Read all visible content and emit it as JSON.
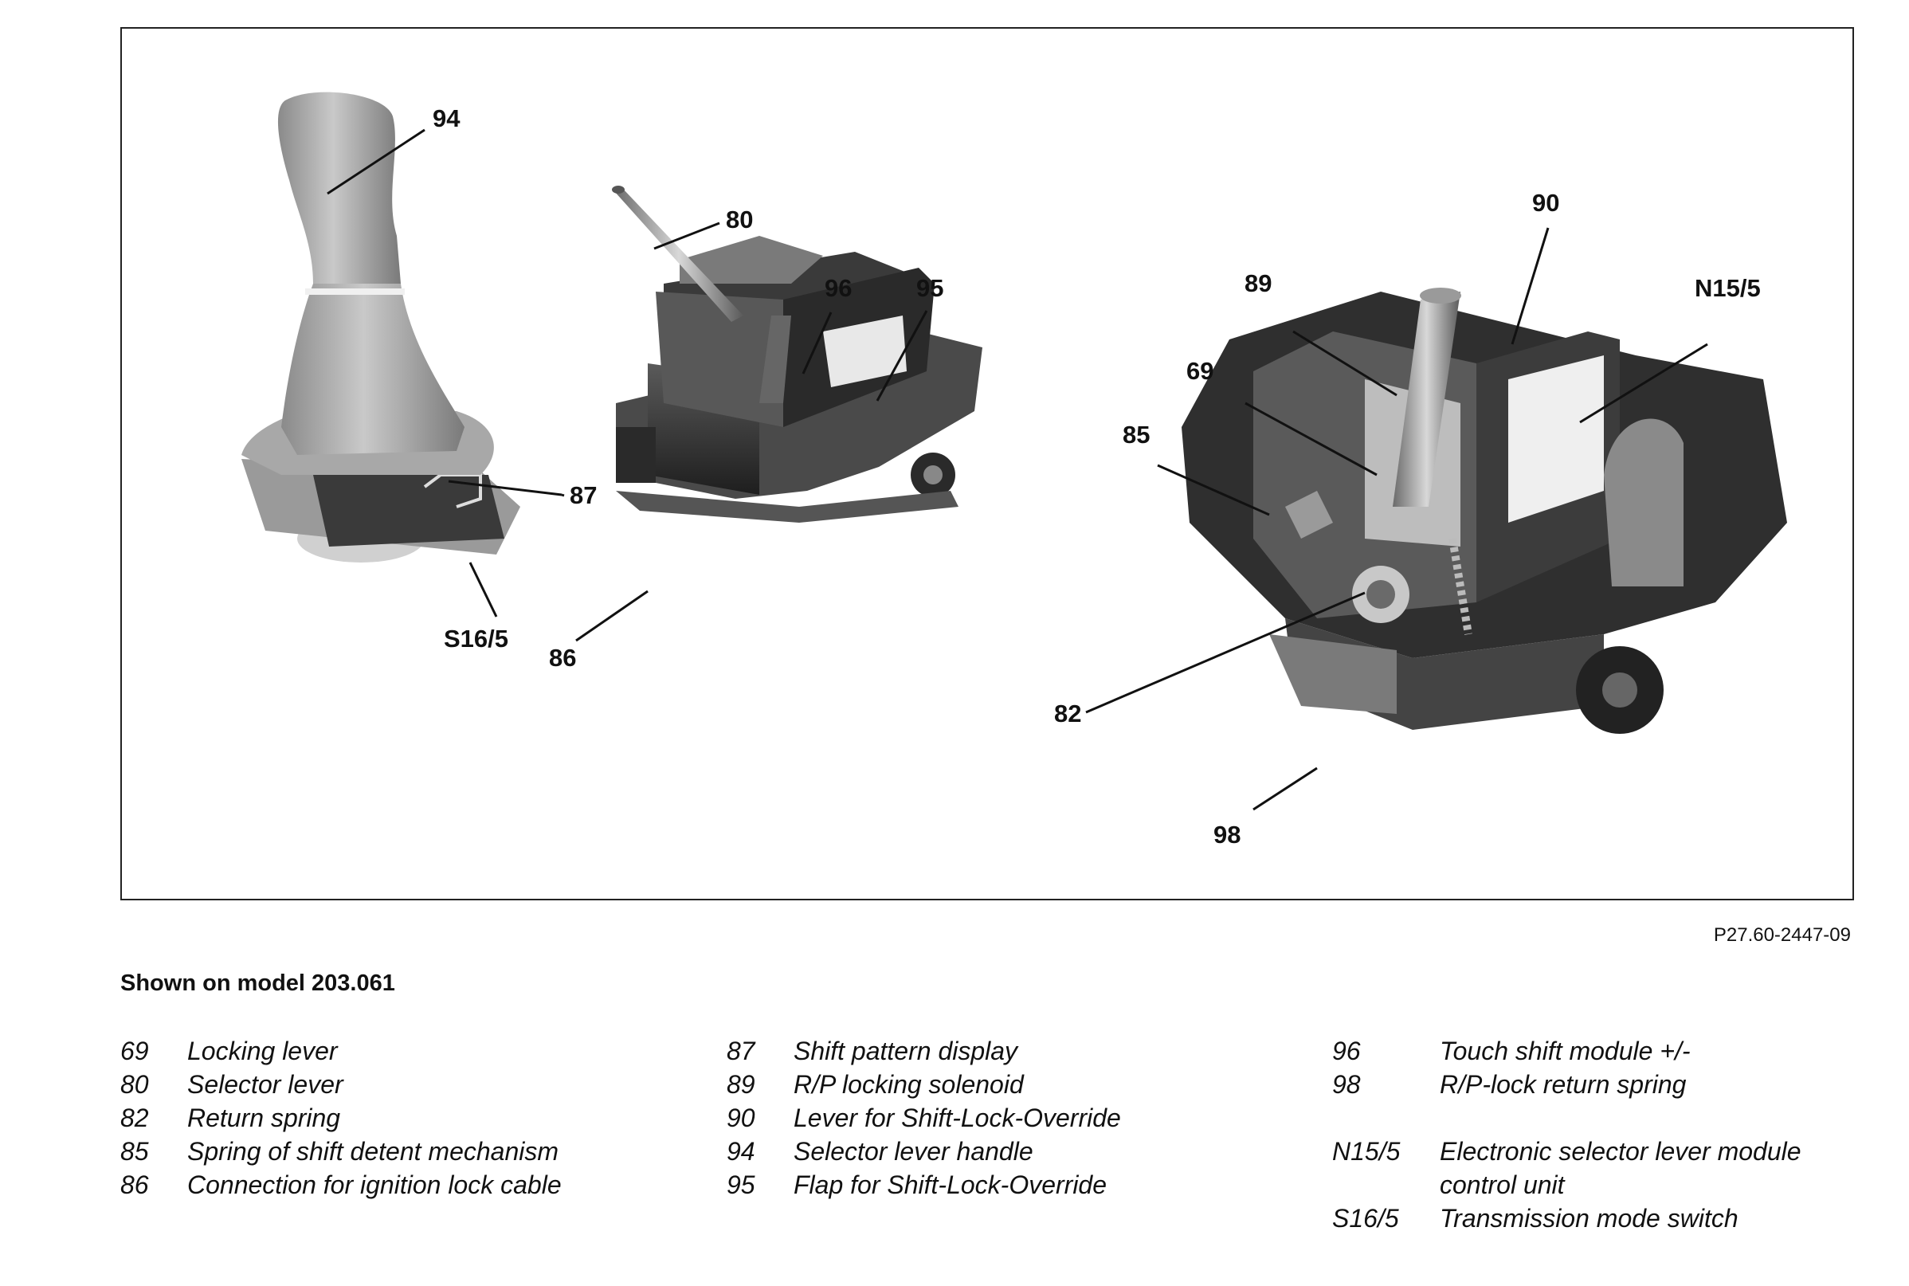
{
  "figure": {
    "callouts": {
      "c94": "94",
      "c80": "80",
      "c96": "96",
      "c95": "95",
      "c87": "87",
      "cS165": "S16/5",
      "c86": "86",
      "c90": "90",
      "c89": "89",
      "cN155": "N15/5",
      "c69": "69",
      "c85": "85",
      "c82": "82",
      "c98": "98"
    },
    "reference": "P27.60-2447-09"
  },
  "heading": "Shown on model 203.061",
  "legend": {
    "col1": [
      {
        "num": "69",
        "text": "Locking lever"
      },
      {
        "num": "80",
        "text": "Selector lever"
      },
      {
        "num": "82",
        "text": "Return spring"
      },
      {
        "num": "85",
        "text": "Spring of shift detent mechanism"
      },
      {
        "num": "86",
        "text": "Connection for ignition lock cable"
      }
    ],
    "col2": [
      {
        "num": "87",
        "text": "Shift pattern display"
      },
      {
        "num": "89",
        "text": "R/P locking solenoid"
      },
      {
        "num": "90",
        "text": "Lever for Shift-Lock-Override"
      },
      {
        "num": "94",
        "text": "Selector lever handle"
      },
      {
        "num": "95",
        "text": "Flap for Shift-Lock-Override"
      }
    ],
    "col3": [
      {
        "num": "96",
        "text": "Touch shift module +/-"
      },
      {
        "num": "98",
        "text": "R/P-lock return spring"
      },
      {
        "num": "N15/5",
        "text": "Electronic selector lever module control unit"
      },
      {
        "num": "S16/5",
        "text": "Transmission mode switch"
      }
    ]
  }
}
